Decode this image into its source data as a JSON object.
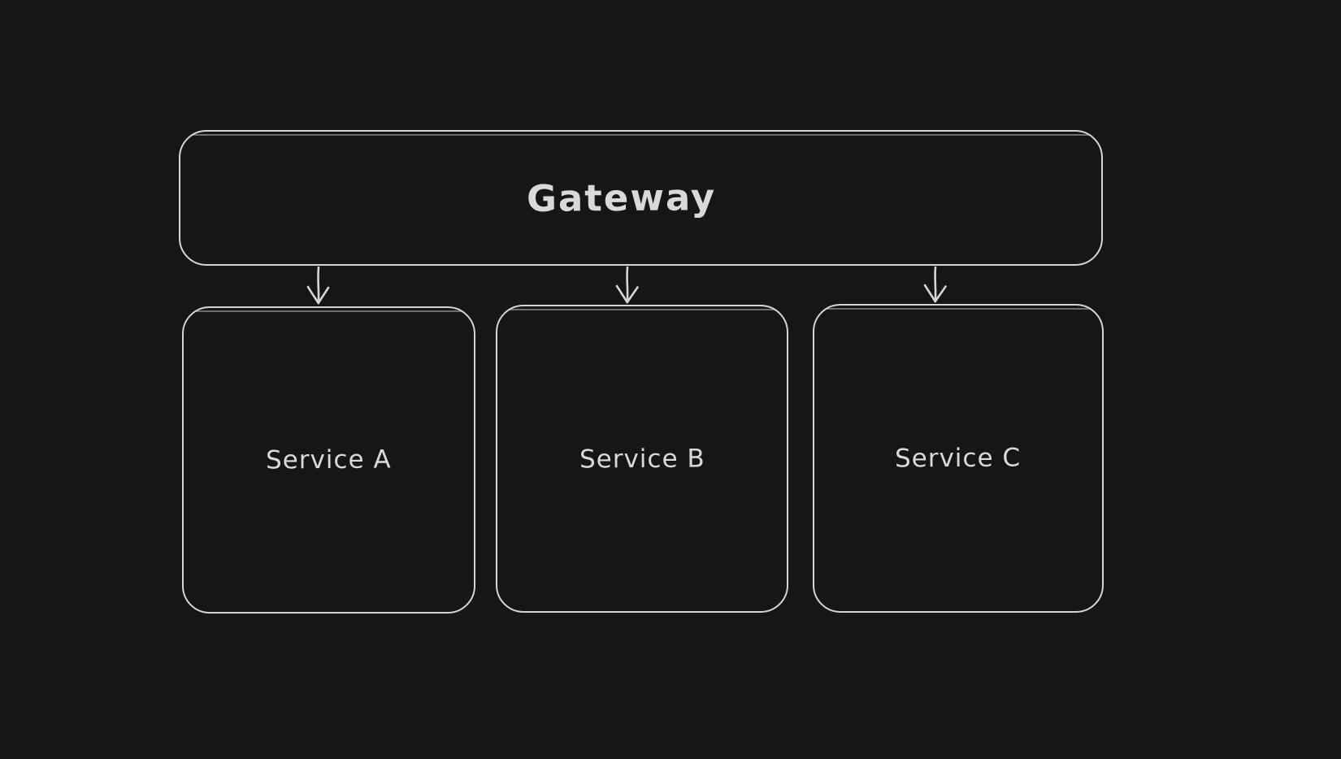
{
  "diagram": {
    "type": "flowchart",
    "style": "hand-drawn-dark-canvas",
    "nodes": [
      {
        "id": "gateway",
        "label": "Gateway",
        "shape": "rounded-rectangle"
      },
      {
        "id": "service-a",
        "label": "Service A",
        "shape": "rounded-rectangle"
      },
      {
        "id": "service-b",
        "label": "Service B",
        "shape": "rounded-rectangle"
      },
      {
        "id": "service-c",
        "label": "Service C",
        "shape": "rounded-rectangle"
      }
    ],
    "edges": [
      {
        "from": "Gateway",
        "to": "Service A",
        "arrow": "open-v-down"
      },
      {
        "from": "Gateway",
        "to": "Service B",
        "arrow": "open-v-down"
      },
      {
        "from": "Gateway",
        "to": "Service C",
        "arrow": "open-v-down"
      }
    ]
  },
  "colors": {
    "canvas_background": "#161616",
    "stroke": "#d5d5d5",
    "text": "#d9d9d9"
  }
}
